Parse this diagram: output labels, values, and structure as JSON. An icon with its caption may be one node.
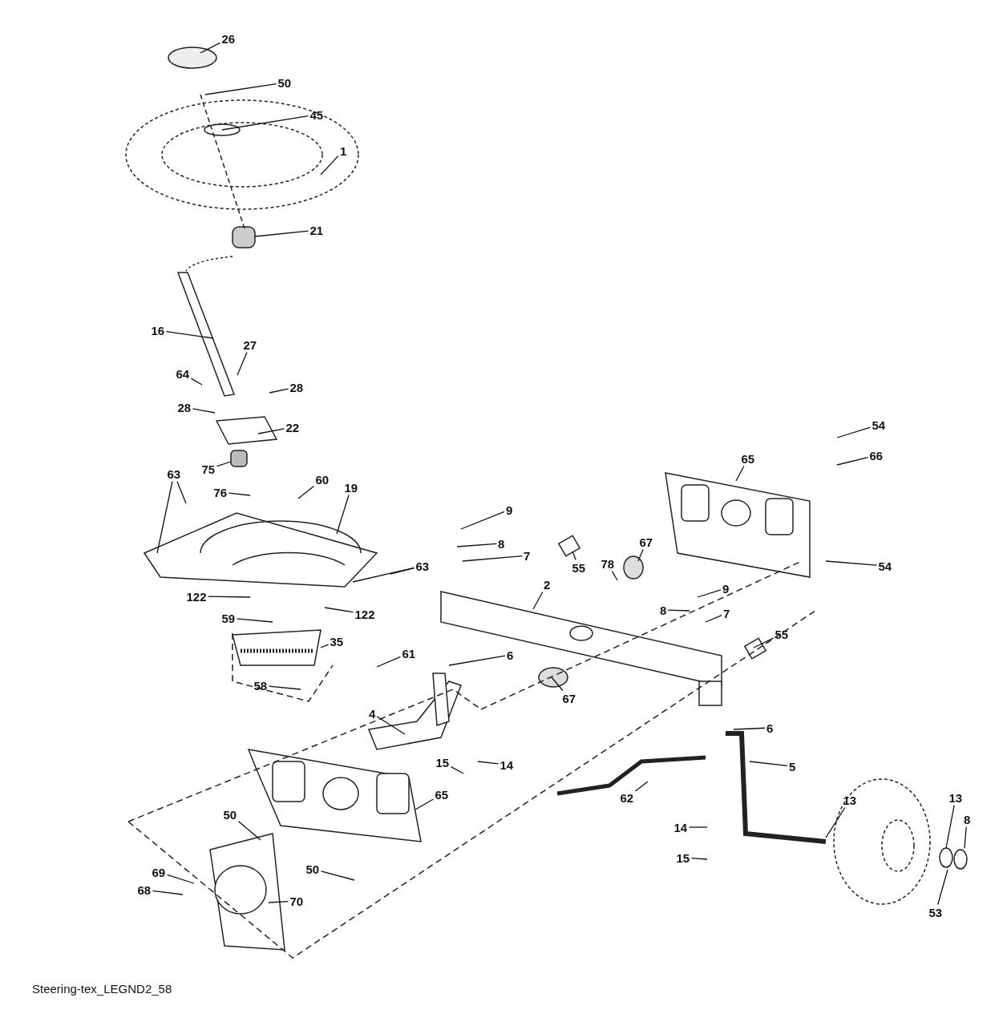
{
  "diagram": {
    "caption": "Steering-tex_LEGND2_58",
    "nodes": [
      {
        "text": [
          "26"
        ]
      },
      {
        "text": [
          "50"
        ]
      },
      {
        "text": [
          "45"
        ]
      },
      {
        "text": [
          "1"
        ]
      },
      {
        "text": [
          "21"
        ]
      },
      {
        "text": [
          "16"
        ]
      },
      {
        "text": [
          "27"
        ]
      },
      {
        "text": [
          "64"
        ]
      },
      {
        "text": [
          "28"
        ]
      },
      {
        "text": [
          "28"
        ]
      },
      {
        "text": [
          "54"
        ]
      },
      {
        "text": [
          "22"
        ]
      },
      {
        "text": [
          "66"
        ]
      },
      {
        "text": [
          "65"
        ]
      },
      {
        "text": [
          "75"
        ]
      },
      {
        "text": [
          "63"
        ]
      },
      {
        "text": [
          "60"
        ]
      },
      {
        "text": [
          "19"
        ]
      },
      {
        "text": [
          "76"
        ]
      },
      {
        "text": [
          "9"
        ]
      },
      {
        "text": [
          "67"
        ]
      },
      {
        "text": [
          "8"
        ]
      },
      {
        "text": [
          "7"
        ]
      },
      {
        "text": [
          "78"
        ]
      },
      {
        "text": [
          "54"
        ]
      },
      {
        "text": [
          "63"
        ]
      },
      {
        "text": [
          "55"
        ]
      },
      {
        "text": [
          "2"
        ]
      },
      {
        "text": [
          "9"
        ]
      },
      {
        "text": [
          "122"
        ]
      },
      {
        "text": [
          "8"
        ]
      },
      {
        "text": [
          "7"
        ]
      },
      {
        "text": [
          "122"
        ]
      },
      {
        "text": [
          "59"
        ]
      },
      {
        "text": [
          "55"
        ]
      },
      {
        "text": [
          "35"
        ]
      },
      {
        "text": [
          "61"
        ]
      },
      {
        "text": [
          "6"
        ]
      },
      {
        "text": [
          "58"
        ]
      },
      {
        "text": [
          "67"
        ]
      },
      {
        "text": [
          "4"
        ]
      },
      {
        "text": [
          "6"
        ]
      },
      {
        "text": [
          "15"
        ]
      },
      {
        "text": [
          "14"
        ]
      },
      {
        "text": [
          "5"
        ]
      },
      {
        "text": [
          "65"
        ]
      },
      {
        "text": [
          "13"
        ]
      },
      {
        "text": [
          "62"
        ]
      },
      {
        "text": [
          "13"
        ]
      },
      {
        "text": [
          "50"
        ]
      },
      {
        "text": [
          "8"
        ]
      },
      {
        "text": [
          "14"
        ]
      },
      {
        "text": [
          "15"
        ]
      },
      {
        "text": [
          "50"
        ]
      },
      {
        "text": [
          "69"
        ]
      },
      {
        "text": [
          "68"
        ]
      },
      {
        "text": [
          "70"
        ]
      },
      {
        "text": [
          "53"
        ]
      }
    ],
    "edges": [
      {
        "from": 0,
        "to": null,
        "arrow": "none"
      },
      {
        "from": 1,
        "to": null,
        "arrow": "none"
      },
      {
        "from": 2,
        "to": null,
        "arrow": "none"
      },
      {
        "from": 3,
        "to": null,
        "arrow": "none"
      },
      {
        "from": 4,
        "to": null,
        "arrow": "none"
      },
      {
        "from": 5,
        "to": null,
        "arrow": "none"
      },
      {
        "from": 6,
        "to": null,
        "arrow": "none"
      },
      {
        "from": 7,
        "to": null,
        "arrow": "none"
      },
      {
        "from": 8,
        "to": null,
        "arrow": "none"
      },
      {
        "from": 9,
        "to": null,
        "arrow": "none"
      },
      {
        "from": 10,
        "to": null,
        "arrow": "none"
      },
      {
        "from": 11,
        "to": null,
        "arrow": "none"
      },
      {
        "from": 12,
        "to": null,
        "arrow": "none"
      },
      {
        "from": 13,
        "to": null,
        "arrow": "none"
      },
      {
        "from": 14,
        "to": null,
        "arrow": "none"
      },
      {
        "from": 15,
        "to": null,
        "arrow": "none"
      },
      {
        "from": 15,
        "to": null,
        "arrow": "none"
      },
      {
        "from": 16,
        "to": null,
        "arrow": "none"
      },
      {
        "from": 17,
        "to": null,
        "arrow": "none"
      },
      {
        "from": 18,
        "to": null,
        "arrow": "none"
      },
      {
        "from": 19,
        "to": null,
        "arrow": "none"
      },
      {
        "from": 20,
        "to": null,
        "arrow": "none"
      },
      {
        "from": 21,
        "to": null,
        "arrow": "none"
      },
      {
        "from": 22,
        "to": null,
        "arrow": "none"
      },
      {
        "from": 23,
        "to": null,
        "arrow": "none"
      },
      {
        "from": 24,
        "to": null,
        "arrow": "none"
      },
      {
        "from": 25,
        "to": null,
        "arrow": "none"
      },
      {
        "from": 25,
        "to": null,
        "arrow": "none"
      },
      {
        "from": 26,
        "to": null,
        "arrow": "none"
      },
      {
        "from": 27,
        "to": null,
        "arrow": "none"
      },
      {
        "from": 28,
        "to": null,
        "arrow": "none"
      },
      {
        "from": 29,
        "to": null,
        "arrow": "none"
      },
      {
        "from": 30,
        "to": null,
        "arrow": "none"
      },
      {
        "from": 31,
        "to": null,
        "arrow": "none"
      },
      {
        "from": 32,
        "to": null,
        "arrow": "none"
      },
      {
        "from": 33,
        "to": null,
        "arrow": "none"
      },
      {
        "from": 34,
        "to": null,
        "arrow": "none"
      },
      {
        "from": 35,
        "to": null,
        "arrow": "none"
      },
      {
        "from": 36,
        "to": null,
        "arrow": "none"
      },
      {
        "from": 37,
        "to": null,
        "arrow": "none"
      },
      {
        "from": 38,
        "to": null,
        "arrow": "none"
      },
      {
        "from": 39,
        "to": null,
        "arrow": "none"
      },
      {
        "from": 40,
        "to": null,
        "arrow": "none"
      },
      {
        "from": 41,
        "to": null,
        "arrow": "none"
      },
      {
        "from": 42,
        "to": null,
        "arrow": "none"
      },
      {
        "from": 43,
        "to": null,
        "arrow": "none"
      },
      {
        "from": 44,
        "to": null,
        "arrow": "none"
      },
      {
        "from": 45,
        "to": null,
        "arrow": "none"
      },
      {
        "from": 46,
        "to": null,
        "arrow": "none"
      },
      {
        "from": 47,
        "to": null,
        "arrow": "none"
      },
      {
        "from": 48,
        "to": null,
        "arrow": "none"
      },
      {
        "from": 49,
        "to": null,
        "arrow": "none"
      },
      {
        "from": 50,
        "to": null,
        "arrow": "none"
      },
      {
        "from": 51,
        "to": null,
        "arrow": "none"
      },
      {
        "from": 52,
        "to": null,
        "arrow": "none"
      },
      {
        "from": 53,
        "to": null,
        "arrow": "none"
      },
      {
        "from": 54,
        "to": null,
        "arrow": "none"
      },
      {
        "from": 55,
        "to": null,
        "arrow": "none"
      },
      {
        "from": 56,
        "to": null,
        "arrow": "none"
      },
      {
        "from": 57,
        "to": null,
        "arrow": "none"
      }
    ]
  }
}
